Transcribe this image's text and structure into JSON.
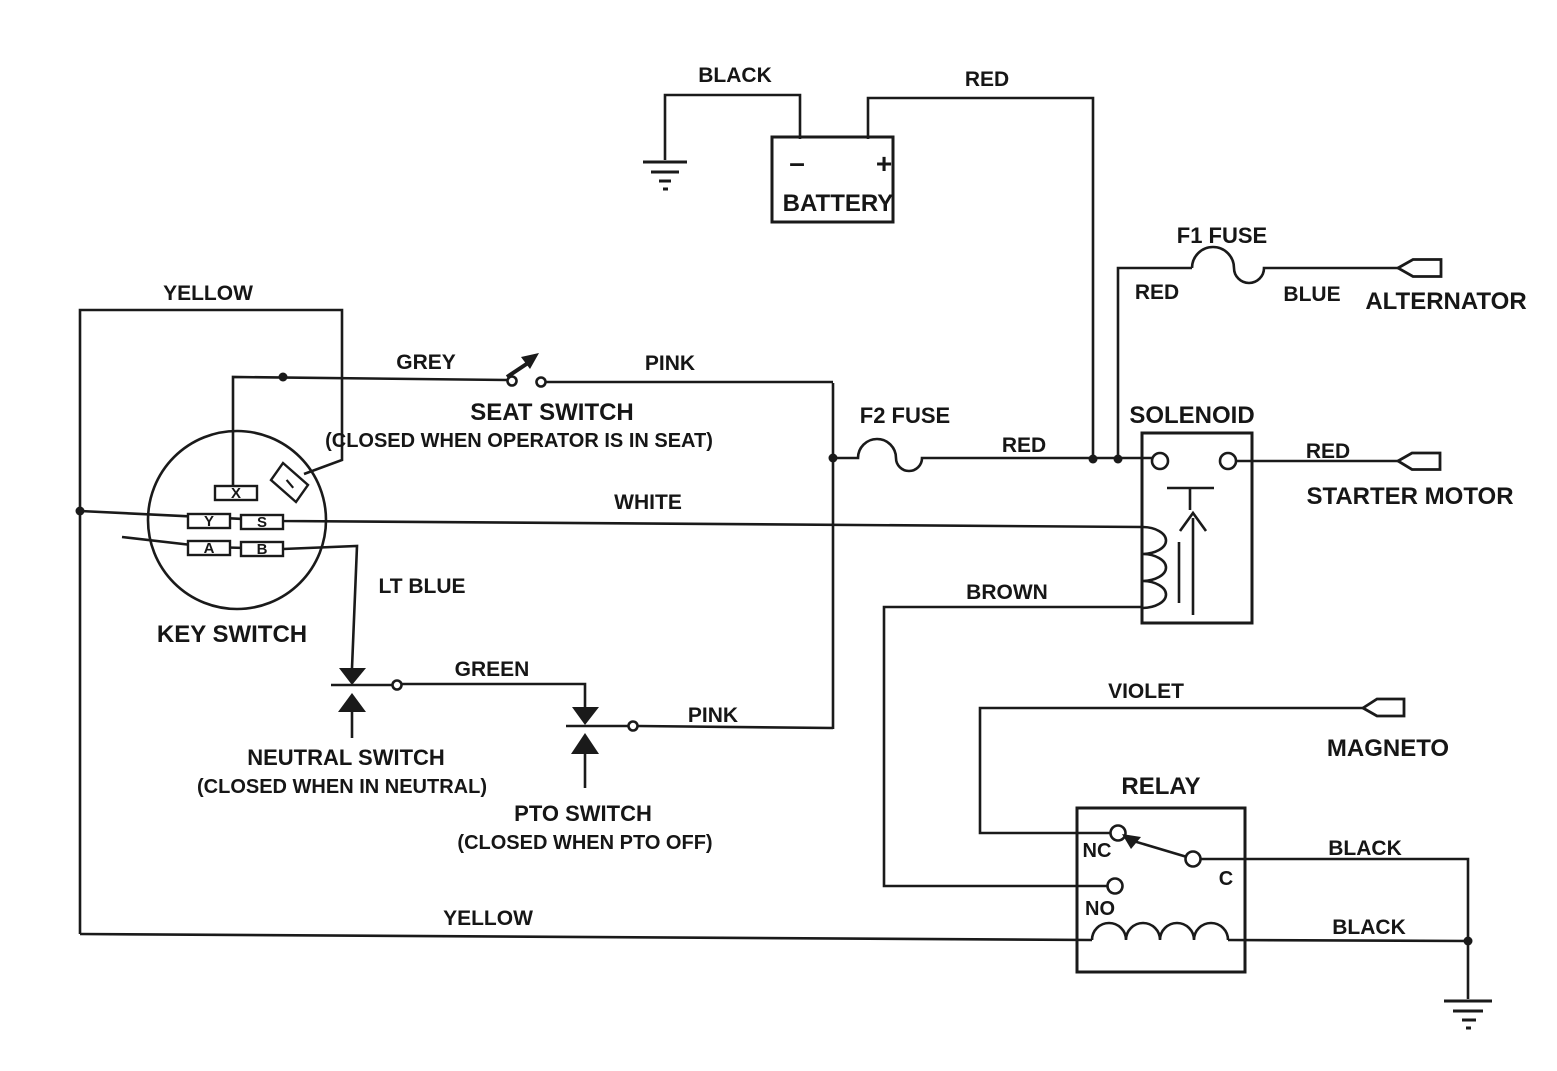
{
  "colors": {
    "ink": "#1a1a1a",
    "paper": "#ffffff"
  },
  "labels": {
    "battery": {
      "name": "BATTERY",
      "minus": "–",
      "plus": "+",
      "wire_black": "BLACK",
      "wire_red": "RED"
    },
    "fuse1": {
      "name": "F1   FUSE",
      "wire_red": "RED",
      "wire_blue": "BLUE"
    },
    "alternator": {
      "name": "ALTERNATOR"
    },
    "solenoid": {
      "name": "SOLENOID"
    },
    "starter": {
      "name": "STARTER MOTOR",
      "wire_red": "RED"
    },
    "fuse2": {
      "name": "F2   FUSE",
      "wire_red": "RED"
    },
    "key_switch": {
      "name": "KEY SWITCH",
      "wire_yellow": "YELLOW",
      "terminals": {
        "x": "X",
        "y": "Y",
        "s": "S",
        "a": "A",
        "b": "B",
        "i": "I"
      }
    },
    "seat_switch": {
      "name": "SEAT SWITCH",
      "note": "(CLOSED WHEN OPERATOR IS IN SEAT)",
      "wire_grey": "GREY",
      "wire_pink": "PINK"
    },
    "white_wire": "WHITE",
    "neutral_switch": {
      "name": "NEUTRAL SWITCH",
      "note": "(CLOSED WHEN IN NEUTRAL)",
      "wire_lt_blue": "LT  BLUE",
      "wire_green": "GREEN"
    },
    "pto_switch": {
      "name": "PTO SWITCH",
      "note": "(CLOSED WHEN PTO OFF)",
      "wire_pink": "PINK"
    },
    "relay": {
      "name": "RELAY",
      "nc": "NC",
      "c": "C",
      "no": "NO",
      "wire_black_top": "BLACK",
      "wire_black_bottom": "BLACK",
      "wire_brown": "BROWN",
      "wire_violet": "VIOLET",
      "wire_yellow": "YELLOW"
    },
    "magneto": {
      "name": "MAGNETO"
    }
  }
}
